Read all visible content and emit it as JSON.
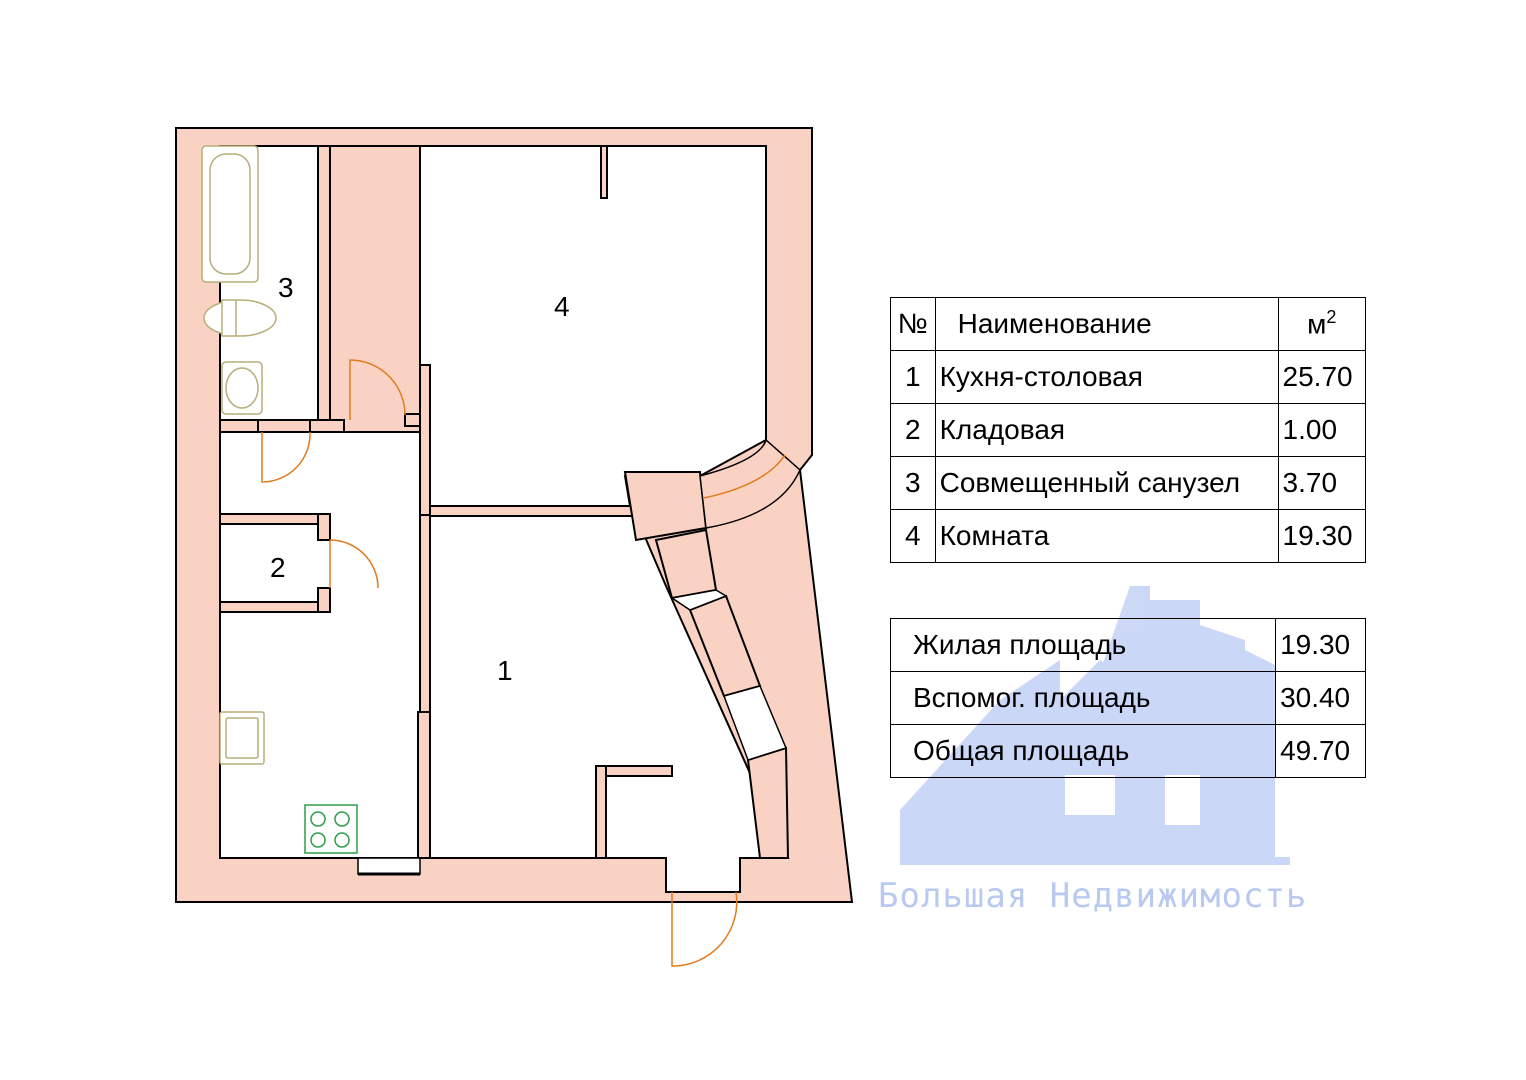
{
  "rooms": [
    {
      "num": "1",
      "name": "Кухня-столовая",
      "area": "25.70"
    },
    {
      "num": "2",
      "name": "Кладовая",
      "area": "1.00"
    },
    {
      "num": "3",
      "name": "Совмещенный санузел",
      "area": "3.70"
    },
    {
      "num": "4",
      "name": "Комната",
      "area": "19.30"
    }
  ],
  "table_header": {
    "num": "№",
    "name": "Наименование",
    "unit": "м",
    "unit_sup": "2"
  },
  "totals": [
    {
      "label": "Жилая площадь",
      "value": "19.30"
    },
    {
      "label": "Вспомог. площадь",
      "value": "30.40"
    },
    {
      "label": "Общая площадь",
      "value": "49.70"
    }
  ],
  "plan_labels": {
    "r1": "1",
    "r2": "2",
    "r3": "3",
    "r4": "4"
  },
  "watermark": "Большая  Недвижимость",
  "colors": {
    "wall": "#f9d2c4",
    "outline": "#000000",
    "door": "#e07b1f",
    "fixture": "#b8ae7a",
    "stove": "#2e9e4a",
    "watermark": "#b9c9f1"
  }
}
